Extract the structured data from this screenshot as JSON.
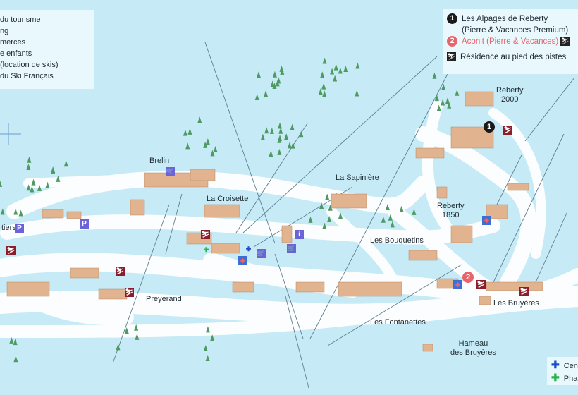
{
  "legend_left": {
    "items": [
      "du tourisme",
      "ng",
      "merces",
      "e enfants",
      "(location de skis)",
      "du Ski Français"
    ]
  },
  "legend_right": {
    "residence_1": {
      "number": "1",
      "name": "Les Alpages de Reberty",
      "sub": "(Pierre & Vacances Premium)"
    },
    "residence_2": {
      "number": "2",
      "name": "Aconit (Pierre & Vacances)"
    },
    "ski_in_label": "Résidence au pied des pistes"
  },
  "legend_bottom": {
    "items": [
      "Cent",
      "Phar"
    ]
  },
  "places": {
    "brelin": "Brelin",
    "la_croisette": "La Croisette",
    "la_sapiniere": "La Sapinière",
    "reberty_2000": "Reberty\n2000",
    "reberty_1850": "Reberty\n1850",
    "les_bouquetins": "Les Bouquetins",
    "preyerand": "Preyerand",
    "les_fontanettes": "Les Fontanettes",
    "hameau": "Hameau\ndes Bruyères",
    "les_bruyeres": "Les Bruyères",
    "tiers": "tiers"
  },
  "markers": {
    "one": "1",
    "two": "2",
    "parking": "P"
  },
  "colors": {
    "background": "#c6ebf6",
    "piste": "#ffffff",
    "building": "#e2b38f",
    "tree": "#4f9a63",
    "esf": "#8b1e2b",
    "shop": "#6c63d9",
    "marker_1": "#1a1a1a",
    "marker_2": "#e8636a",
    "medical": "#1d4fc4",
    "pharmacy": "#2bb24c"
  }
}
